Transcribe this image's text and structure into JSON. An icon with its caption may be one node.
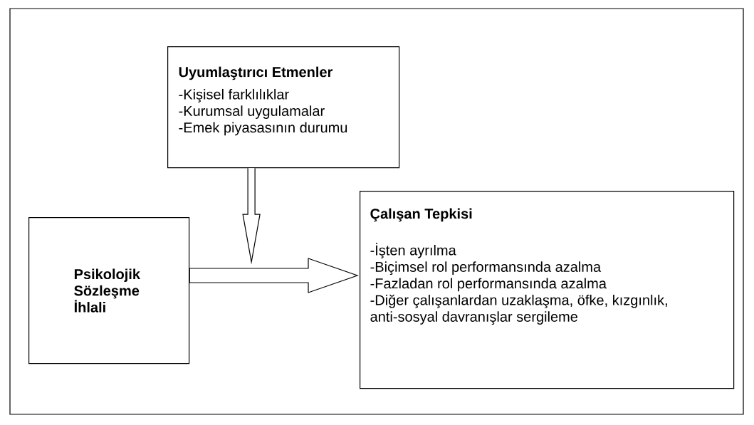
{
  "diagram": {
    "nodes": [
      {
        "text": [
          "Uyumlaştırıcı Etmenler",
          "-Kişisel farklılıklar",
          "-Kurumsal uygulamalar",
          "-Emek piyasasının durumu"
        ]
      },
      {
        "text": [
          "Psikolojik Sözleşme İhlali"
        ]
      },
      {
        "text": [
          "Çalışan Tepkisi",
          "-İşten ayrılma",
          "-Biçimsel rol performansında azalma",
          "-Fazladan rol performansında azalma",
          "-Diğer çalışanlardan uzaklaşma, öfke, kızgınlık, anti-sosyal davranışlar sergileme"
        ]
      }
    ],
    "edges": [
      {
        "from": 0,
        "to": null,
        "arrow": "to"
      },
      {
        "from": 1,
        "to": 2,
        "arrow": "to"
      }
    ]
  }
}
